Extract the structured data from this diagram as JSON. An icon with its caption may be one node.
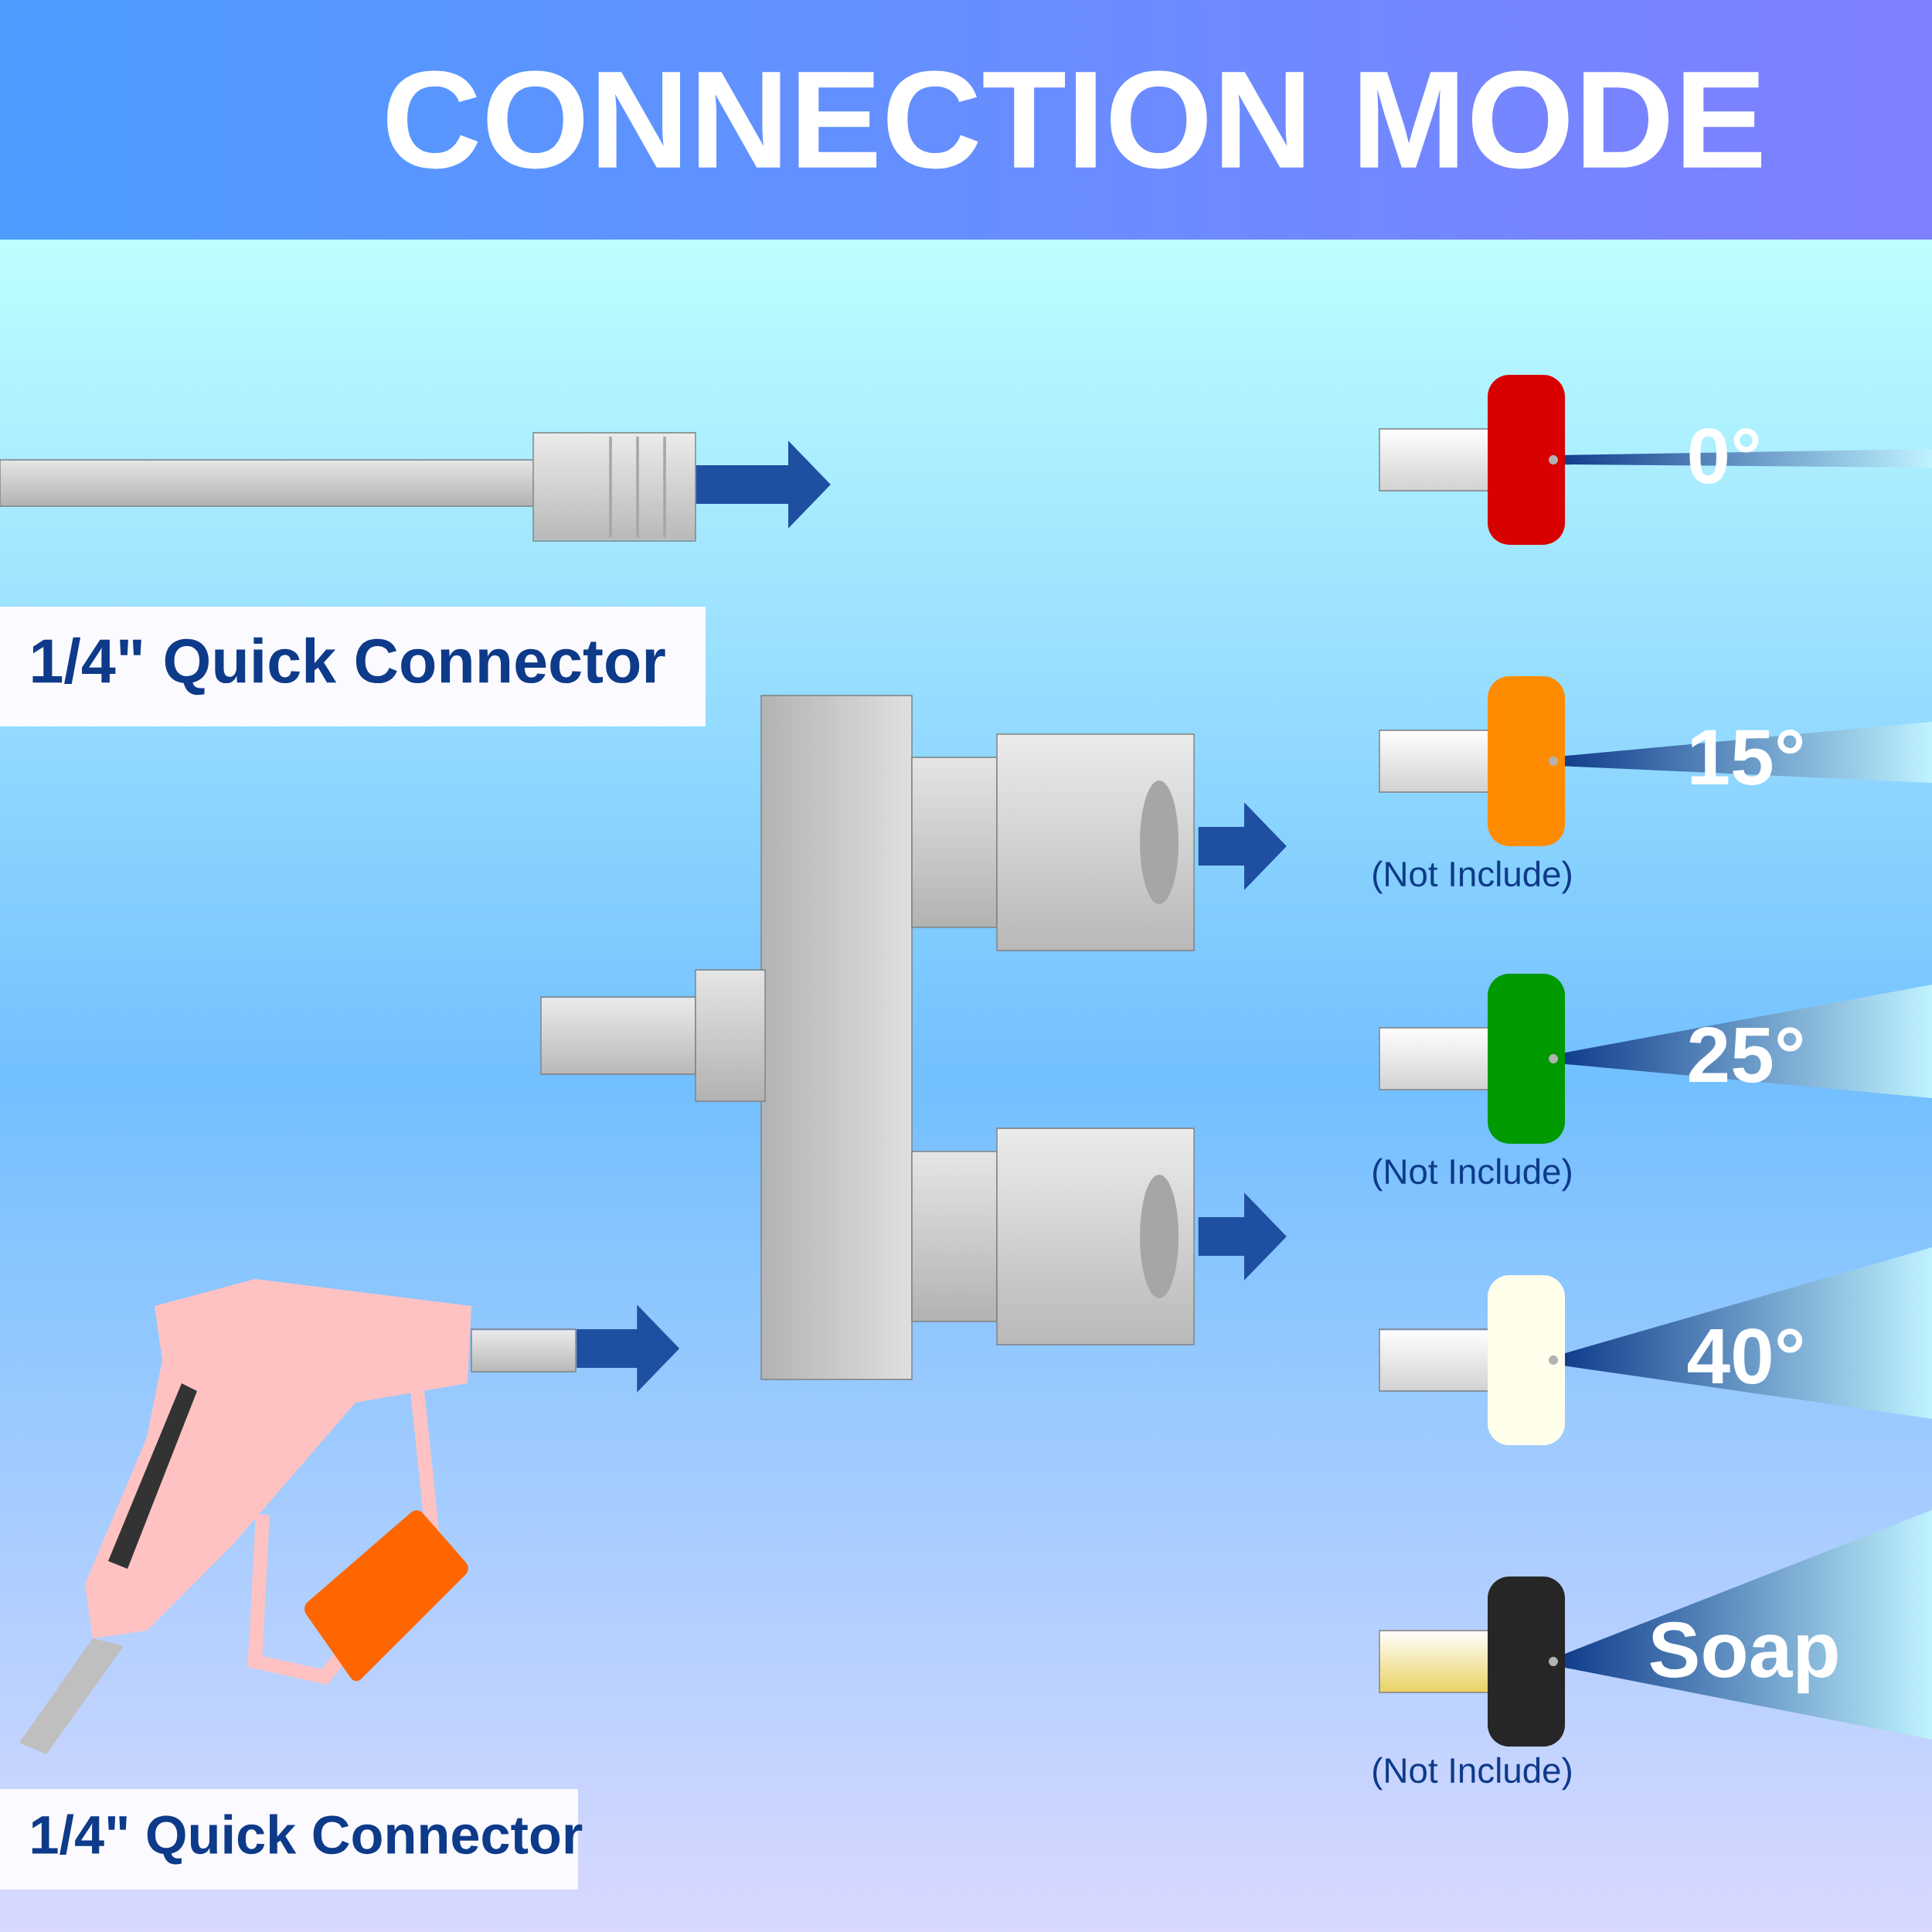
{
  "diagram": {
    "title": "CONNECTION MODE",
    "nodes": [
      {
        "text": [],
        "shape": "picture"
      },
      {
        "text": [],
        "shape": "picture"
      },
      {
        "text": [],
        "shape": "picture"
      },
      {
        "text": [],
        "shape": "picture",
        "beside": [
          "0°"
        ]
      },
      {
        "text": [],
        "shape": "picture",
        "beside": [
          "15°",
          "(Not Include)"
        ]
      },
      {
        "text": [],
        "shape": "picture",
        "beside": [
          "25°",
          "(Not Include)"
        ]
      },
      {
        "text": [],
        "shape": "picture",
        "beside": [
          "40°"
        ]
      },
      {
        "text": [],
        "shape": "picture",
        "beside": [
          "Soap",
          "(Not Include)"
        ]
      }
    ],
    "edges": [
      {
        "from": 0,
        "to": null,
        "arrow": "to"
      },
      {
        "from": 1,
        "to": null,
        "arrow": "to"
      },
      {
        "from": 1,
        "to": null,
        "arrow": "to"
      },
      {
        "from": 2,
        "to": 1,
        "arrow": "to"
      }
    ],
    "labels": [
      "1/4\" Quick Connector",
      "1/4\" Quick Connector"
    ]
  }
}
